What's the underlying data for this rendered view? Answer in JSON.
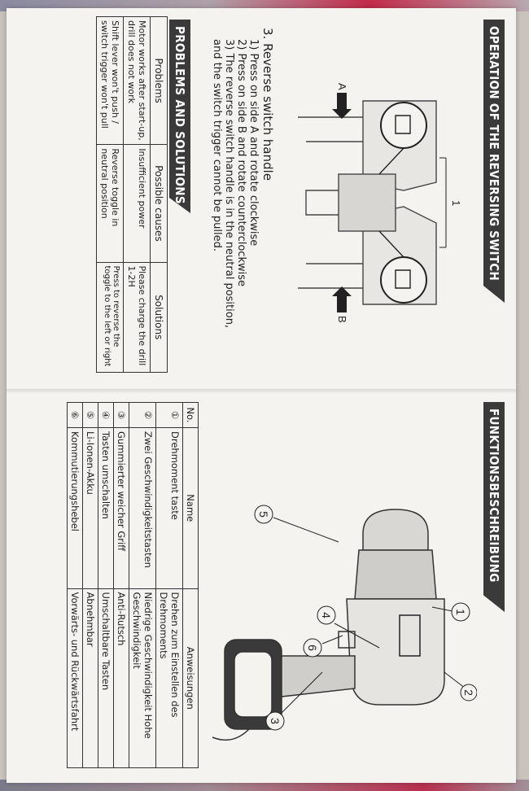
{
  "top_panel": {
    "title": "OPERATION OF THE REVERSING SWITCH",
    "step_heading": "3. Reverse switch handle",
    "steps": [
      "1) Press on side A and rotate clockwise",
      "2) Press on side B and rotate counterclockwise",
      "3) The reverse switch handle is in the neutral position,",
      "and the switch trigger cannot be pulled."
    ],
    "figure_labels": {
      "a": "A",
      "b": "B",
      "one": "1"
    },
    "problems_title": "PROBLEMS AND SOLUTIONS",
    "table": {
      "headers": [
        "Problems",
        "Possible causes",
        "Solutions"
      ],
      "rows": [
        [
          "Motor works after start-up, drill does not work",
          "Insufficient power",
          "Please charge the drill 1-2H"
        ],
        [
          "Shift lever won't push / switch trigger won't pull",
          "Reverse toggle in neutral position",
          "Press to reverse the toggle to the left or right"
        ]
      ]
    }
  },
  "bottom_panel": {
    "title": "FUNKTIONSBESCHREIBUNG",
    "callouts": [
      "1",
      "2",
      "3",
      "4",
      "5",
      "6"
    ],
    "table": {
      "headers": [
        "No.",
        "Name",
        "Anweisungen"
      ],
      "rows": [
        [
          "①",
          "Drehmoment taste",
          "Drehen zum Einstellen des Drehmoments"
        ],
        [
          "②",
          "Zwei Geschwindigkeitstasten",
          "Niedrige Geschwindigkeit Hohe Geschwindigkeit"
        ],
        [
          "③",
          "Gummierter weicher Griff",
          "Anti-Rutsch"
        ],
        [
          "④",
          "Tasten umschalten",
          "Umschaltbare Tasten"
        ],
        [
          "⑤",
          "Li-Ionen-Akku",
          "Abnehmbar"
        ],
        [
          "⑥",
          "Kommutierungshebel",
          "Vorwärts- und Rückwärtsfahrt"
        ]
      ]
    }
  }
}
